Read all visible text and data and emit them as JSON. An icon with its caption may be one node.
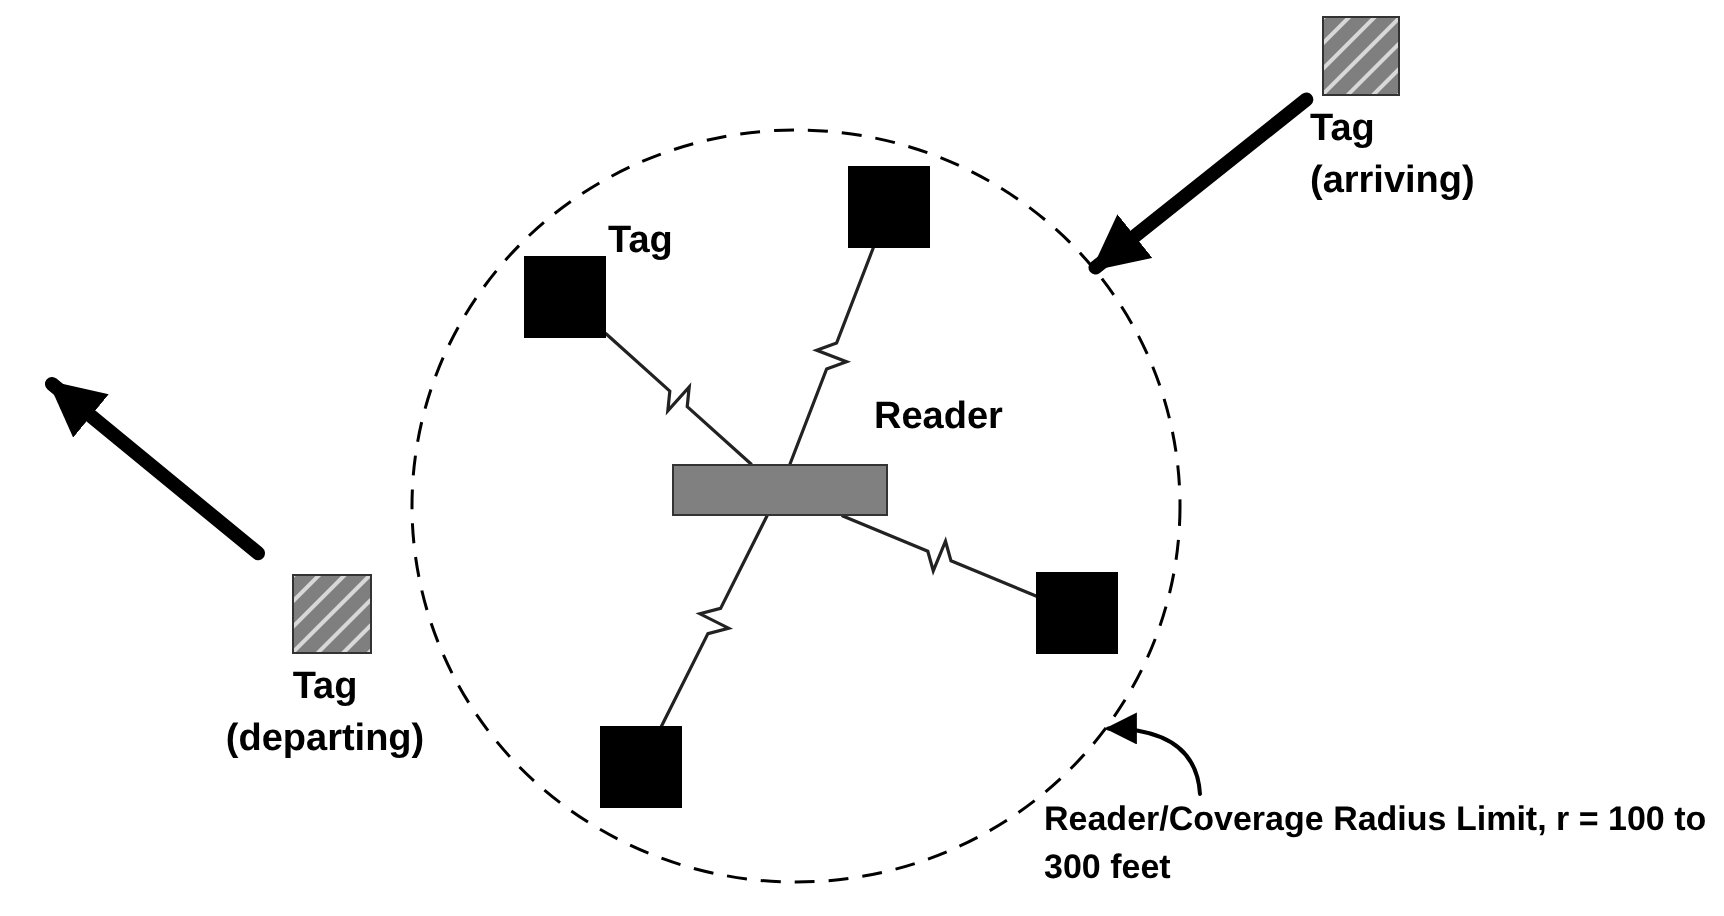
{
  "diagram": {
    "nodes": [
      {
        "text": [],
        "shape": "circle"
      },
      {
        "text": [
          "Reader"
        ],
        "in": 0
      },
      {
        "text": [
          "Tag"
        ],
        "in": 0
      },
      {
        "text": [],
        "shape": "box",
        "in": 0
      },
      {
        "text": [],
        "shape": "box",
        "in": 0
      },
      {
        "text": [],
        "shape": "box",
        "in": 0
      },
      {
        "text": [
          "Tag (arriving)"
        ]
      },
      {
        "text": [
          "Tag (departing)"
        ]
      },
      {
        "text": [
          "Reader/Coverage Radius Limit, r = 100 to 300 feet"
        ]
      }
    ],
    "edges": [
      {
        "from": 2,
        "to": 1,
        "arrow": "none"
      },
      {
        "from": 3,
        "to": 1,
        "arrow": "none"
      },
      {
        "from": 4,
        "to": 1,
        "arrow": "none"
      },
      {
        "from": 5,
        "to": 1,
        "arrow": "none"
      },
      {
        "from": 6,
        "to": 0,
        "arrow": "to",
        "style": "thick"
      },
      {
        "from": 7,
        "to": null,
        "arrow": "to",
        "style": "thick"
      },
      {
        "from": 8,
        "to": 0,
        "arrow": "to"
      }
    ]
  }
}
